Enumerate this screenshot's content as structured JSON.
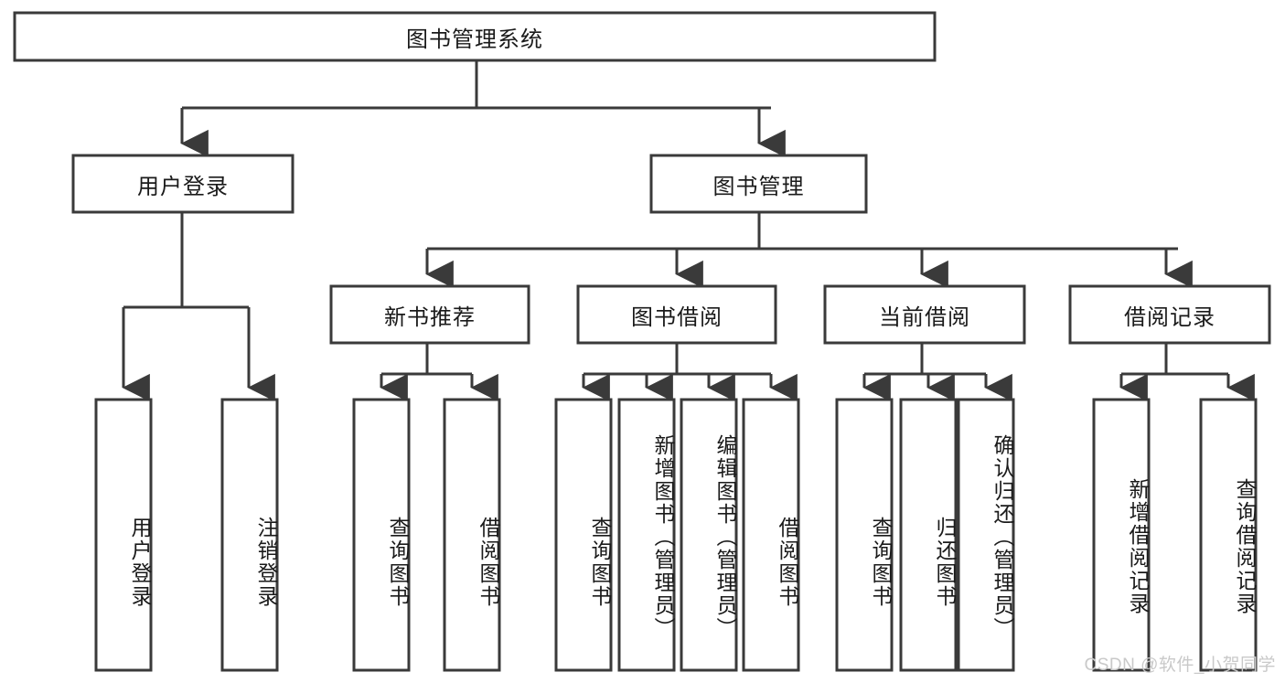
{
  "diagram": {
    "type": "tree-hierarchy",
    "title": "图书管理系统",
    "watermark": "CSDN @软件_小贺同学",
    "colors": {
      "stroke": "#3a3a3a",
      "fill": "#ffffff",
      "text": "#1a1a1a",
      "watermark": "#c9c9c9",
      "background": "#ffffff"
    },
    "levels": {
      "root": {
        "label": "图书管理系统"
      },
      "level2": [
        {
          "label": "用户登录"
        },
        {
          "label": "图书管理"
        }
      ],
      "level3": [
        {
          "label": "新书推荐",
          "parent": "图书管理"
        },
        {
          "label": "图书借阅",
          "parent": "图书管理"
        },
        {
          "label": "当前借阅",
          "parent": "图书管理"
        },
        {
          "label": "借阅记录",
          "parent": "图书管理"
        }
      ],
      "leaves": [
        {
          "label": "用户登录",
          "parent": "用户登录"
        },
        {
          "label": "注销登录",
          "parent": "用户登录"
        },
        {
          "label": "查询图书",
          "parent": "新书推荐"
        },
        {
          "label": "借阅图书",
          "parent": "新书推荐"
        },
        {
          "label": "查询图书",
          "parent": "图书借阅"
        },
        {
          "label": "新增图书（管理员）",
          "parent": "图书借阅"
        },
        {
          "label": "编辑图书（管理员）",
          "parent": "图书借阅"
        },
        {
          "label": "借阅图书",
          "parent": "图书借阅"
        },
        {
          "label": "查询图书",
          "parent": "当前借阅"
        },
        {
          "label": "归还图书",
          "parent": "当前借阅"
        },
        {
          "label": "确认归还（管理员）",
          "parent": "当前借阅"
        },
        {
          "label": "新增借阅记录",
          "parent": "借阅记录"
        },
        {
          "label": "查询借阅记录",
          "parent": "借阅记录"
        }
      ]
    }
  }
}
